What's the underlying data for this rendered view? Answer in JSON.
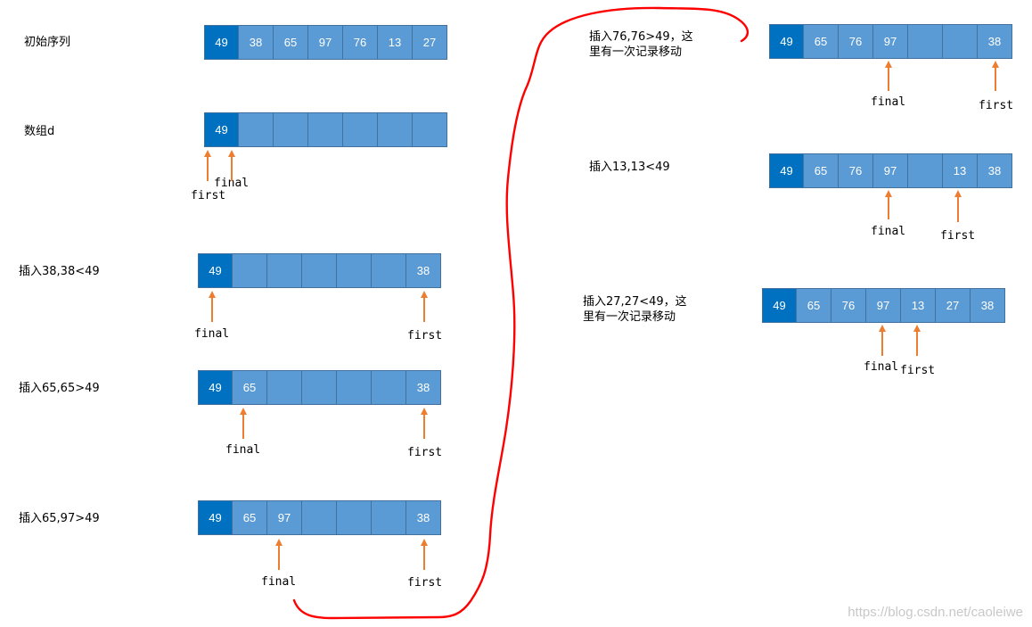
{
  "watermark": "https://blog.csdn.net/caoleiwe",
  "colors": {
    "cell": "#5b9bd5",
    "head_cell": "#0070c0",
    "pointer_arrow": "#ed7d31",
    "flow_curve": "#ff0000"
  },
  "pointer_labels": {
    "first": "first",
    "final": "final"
  },
  "steps": [
    {
      "id": "s1",
      "label": [
        "初始序列"
      ],
      "cells": [
        "49",
        "38",
        "65",
        "97",
        "76",
        "13",
        "27"
      ],
      "pointers": []
    },
    {
      "id": "s2",
      "label": [
        "数组d"
      ],
      "cells": [
        "49",
        "",
        "",
        "",
        "",
        "",
        ""
      ],
      "pointers": [
        "first",
        "final"
      ]
    },
    {
      "id": "s3",
      "label": [
        "插入38,38<49"
      ],
      "cells": [
        "49",
        "",
        "",
        "",
        "",
        "",
        "38"
      ],
      "pointers": [
        "final",
        "first"
      ]
    },
    {
      "id": "s4",
      "label": [
        "插入65,65>49"
      ],
      "cells": [
        "49",
        "65",
        "",
        "",
        "",
        "",
        "38"
      ],
      "pointers": [
        "final",
        "first"
      ]
    },
    {
      "id": "s5",
      "label": [
        "插入65,97>49"
      ],
      "cells": [
        "49",
        "65",
        "97",
        "",
        "",
        "",
        "38"
      ],
      "pointers": [
        "final",
        "first"
      ]
    },
    {
      "id": "s6",
      "label": [
        "插入76,76>49，这",
        "里有一次记录移动"
      ],
      "cells": [
        "49",
        "65",
        "76",
        "97",
        "",
        "",
        "38"
      ],
      "pointers": [
        "final",
        "first"
      ]
    },
    {
      "id": "s7",
      "label": [
        "插入13,13<49"
      ],
      "cells": [
        "49",
        "65",
        "76",
        "97",
        "",
        "13",
        "38"
      ],
      "pointers": [
        "final",
        "first"
      ]
    },
    {
      "id": "s8",
      "label": [
        "插入27,27<49，这",
        "里有一次记录移动"
      ],
      "cells": [
        "49",
        "65",
        "76",
        "97",
        "13",
        "27",
        "38"
      ],
      "pointers": [
        "final",
        "first"
      ]
    }
  ]
}
